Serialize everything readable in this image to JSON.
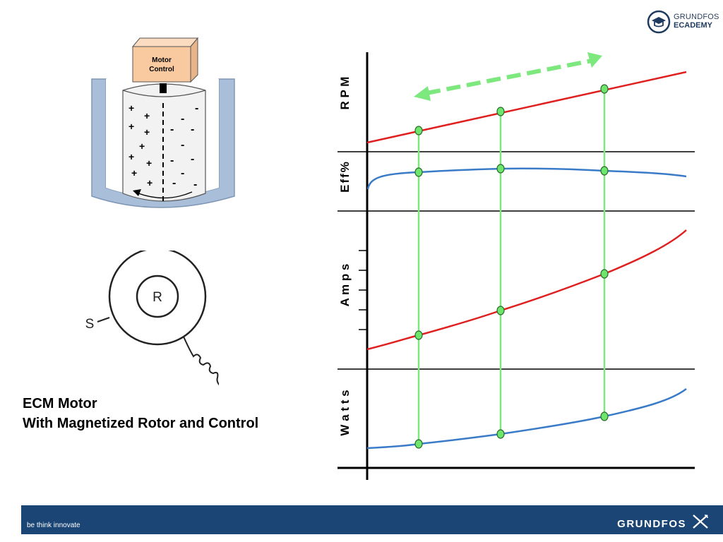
{
  "header": {
    "logo_line1": "GRUNDFOS",
    "logo_line2": "ECADEMY"
  },
  "motor_diagram": {
    "control_label_line1": "Motor",
    "control_label_line2": "Control",
    "rotor_letter": "R",
    "stator_letter": "S"
  },
  "caption": {
    "line1": "ECM Motor",
    "line2": "With Magnetized Rotor and Control"
  },
  "graph": {
    "panels": [
      {
        "label": "R P M"
      },
      {
        "label": "Eff%"
      },
      {
        "label": "A m p s"
      },
      {
        "label": "W a t t s"
      }
    ]
  },
  "footer": {
    "tagline": "be think innovate",
    "brand": "GRUNDFOS"
  },
  "colors": {
    "rpm_curve": "#e02020",
    "eff_curve": "#3a7bc8",
    "amps_curve": "#e02020",
    "watts_curve": "#3a7bc8",
    "guide_line": "#7de87d",
    "marker_fill": "#6ee66e",
    "footer_bg": "#1a4574",
    "control_box": "#f9c9a0",
    "housing": "#a9bfd9"
  }
}
